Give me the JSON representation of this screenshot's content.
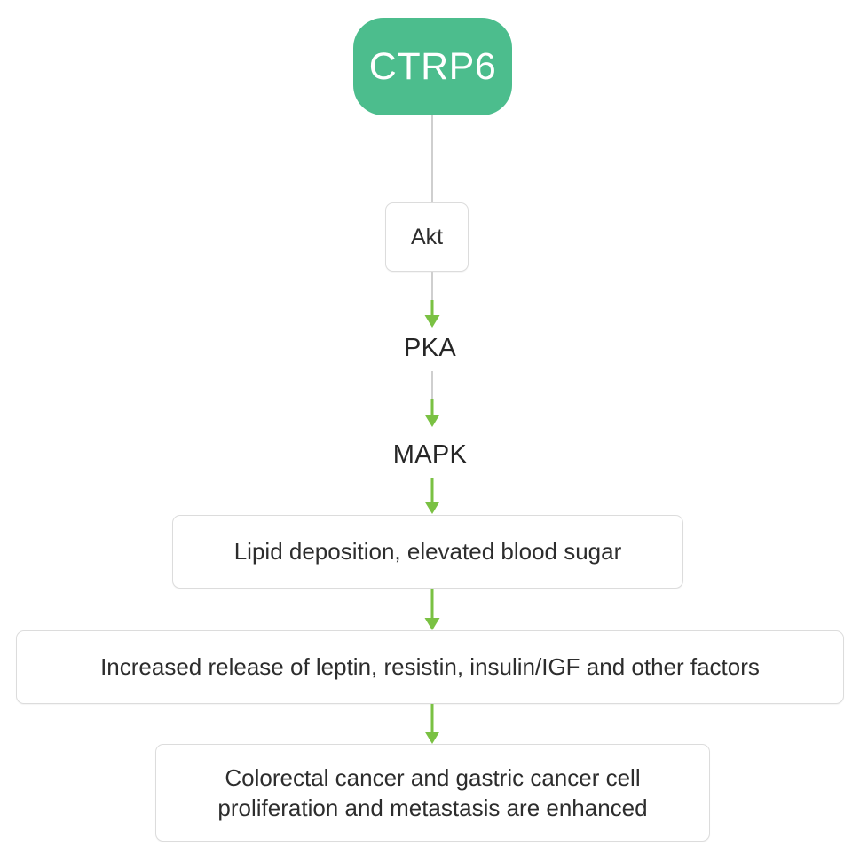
{
  "diagram": {
    "title_node": {
      "label": "CTRP6",
      "shape": "rounded-rect",
      "fill": "#4cbd8d",
      "text_color": "#ffffff"
    },
    "nodes": [
      {
        "id": "ctrp6",
        "label": "CTRP6",
        "type": "root"
      },
      {
        "id": "akt",
        "label": "Akt",
        "type": "box"
      },
      {
        "id": "pka",
        "label": "PKA",
        "type": "plain"
      },
      {
        "id": "mapk",
        "label": "MAPK",
        "type": "plain"
      },
      {
        "id": "lipid",
        "label": "Lipid deposition, elevated blood sugar",
        "type": "box"
      },
      {
        "id": "release",
        "label": "Increased release of leptin, resistin, insulin/IGF and other factors",
        "type": "box"
      },
      {
        "id": "outcome_line1",
        "label": "Colorectal cancer and gastric cancer cell",
        "type": "box"
      },
      {
        "id": "outcome_line2",
        "label": "proliferation and metastasis are enhanced",
        "type": "box"
      }
    ],
    "edges": [
      {
        "from": "ctrp6",
        "to": "akt",
        "style": "plain-line",
        "color": "#cfcfcf"
      },
      {
        "from": "akt",
        "to": "pka",
        "style": "arrow",
        "color": "#7ac143"
      },
      {
        "from": "pka",
        "to": "mapk",
        "style": "arrow",
        "color": "#7ac143"
      },
      {
        "from": "mapk",
        "to": "lipid",
        "style": "arrow",
        "color": "#7ac143"
      },
      {
        "from": "lipid",
        "to": "release",
        "style": "arrow",
        "color": "#7ac143"
      },
      {
        "from": "release",
        "to": "outcome",
        "style": "arrow",
        "color": "#7ac143"
      }
    ],
    "colors": {
      "accent_green": "#4cbd8d",
      "arrow_green": "#7ac143",
      "box_border": "#dcdcdc",
      "line_gray": "#cfcfcf",
      "text": "#2d2d2d",
      "background": "#ffffff"
    }
  }
}
